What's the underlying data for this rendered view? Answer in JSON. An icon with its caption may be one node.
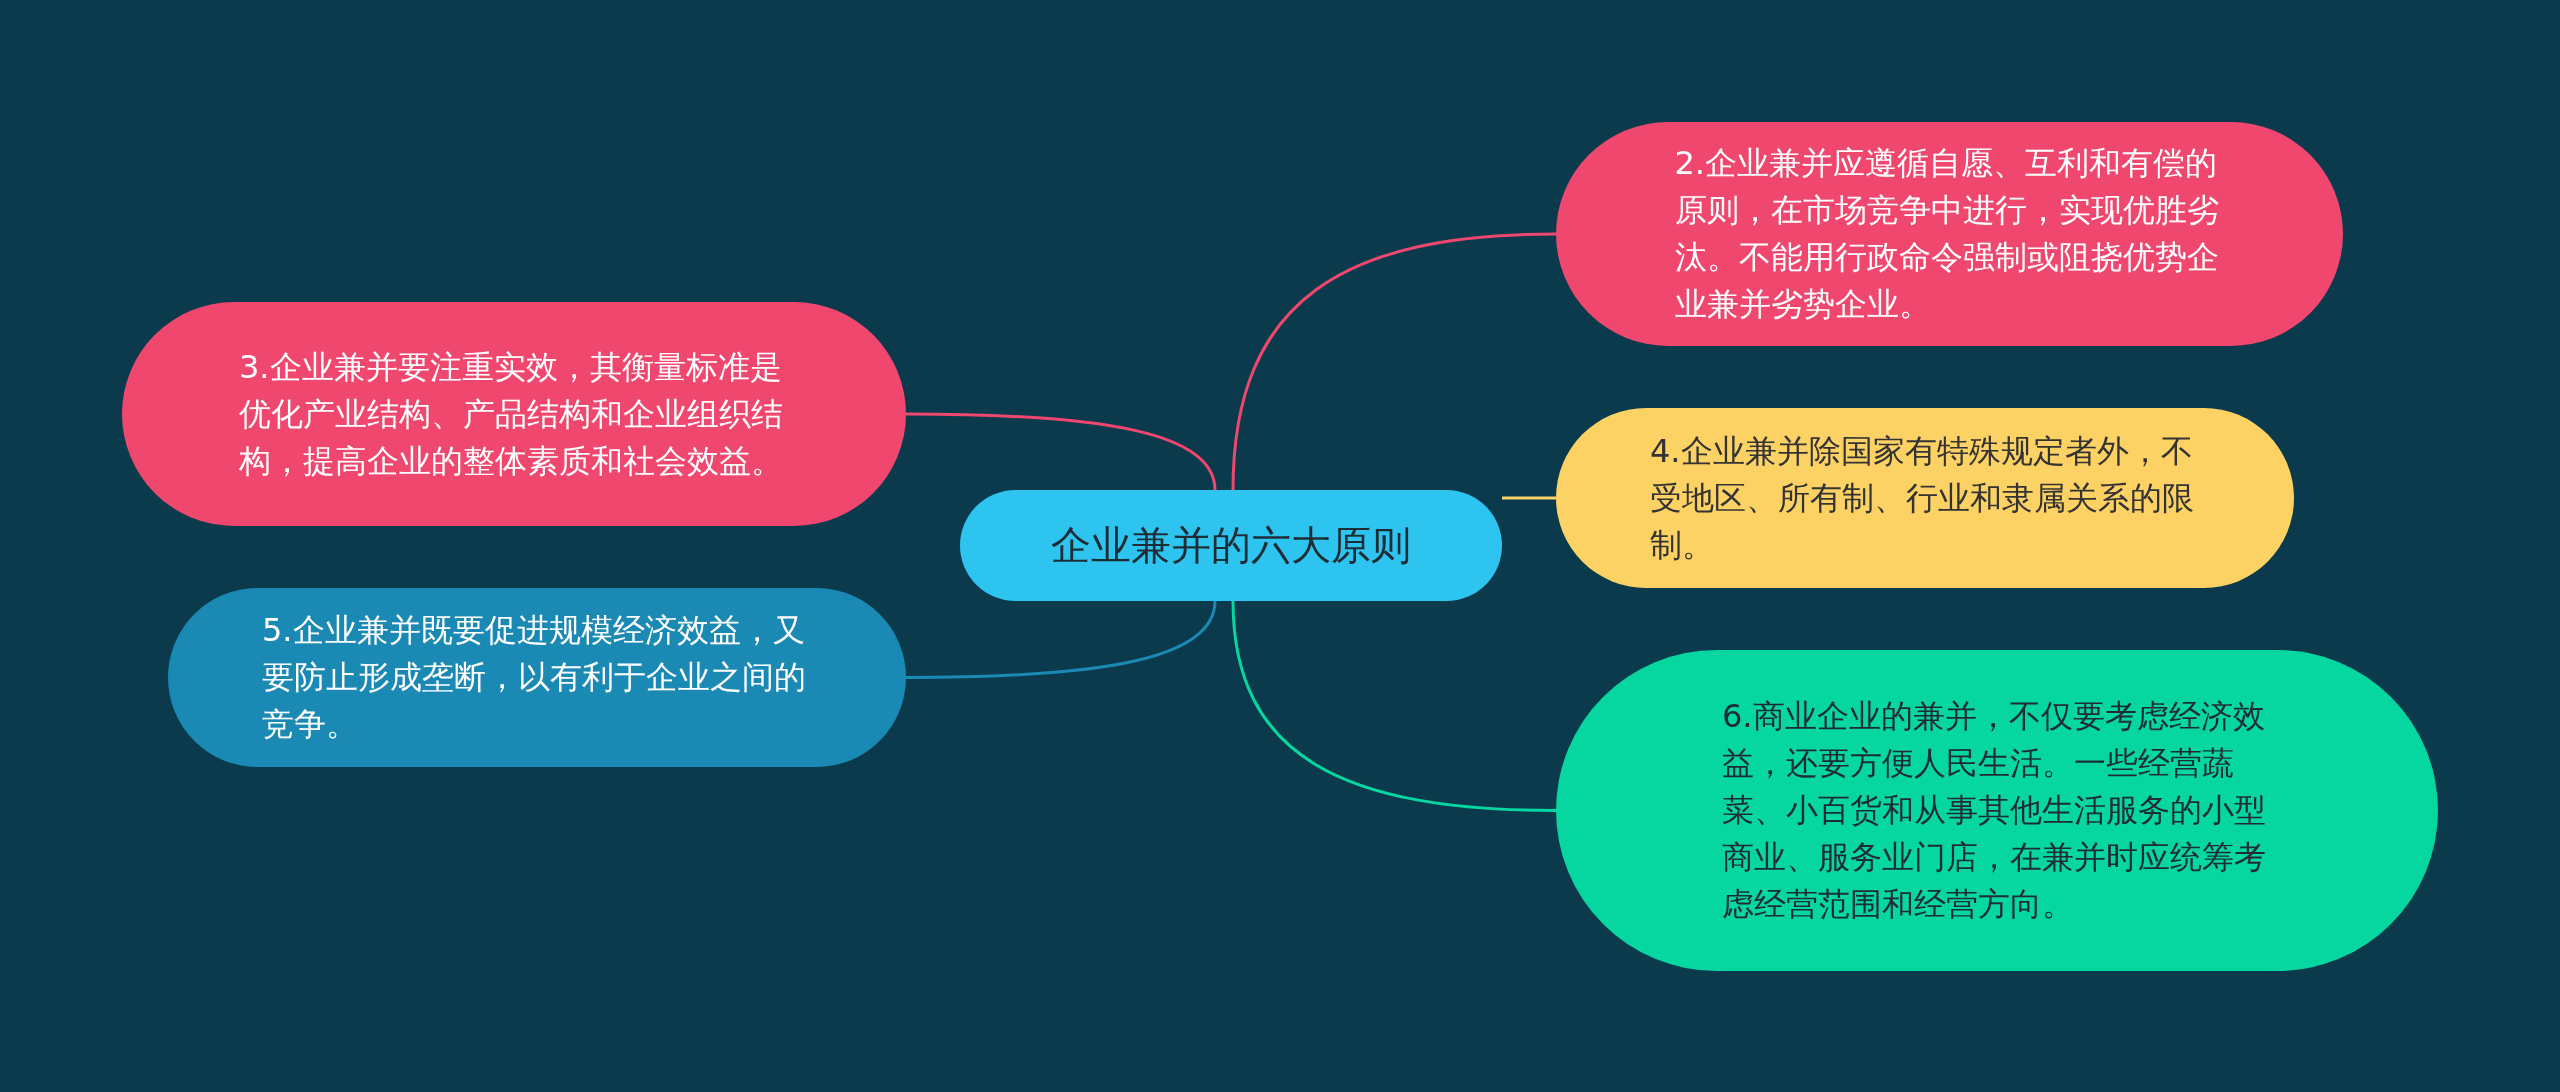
{
  "diagram": {
    "nodes": [
      {
        "text": [
          "企业兼并的六大原则"
        ]
      },
      {
        "text": [
          "2.企业兼并应遵循自愿、互利和有偿的原则，在市场竞争中进行，实现优胜劣汰。不能用行政命令强制或阻挠优势企业兼并劣势企业。"
        ]
      },
      {
        "text": [
          "3.企业兼并要注重实效，其衡量标准是优化产业结构、产品结构和企业组织结构，提高企业的整体素质和社会效益。"
        ]
      },
      {
        "text": [
          "4.企业兼并除国家有特殊规定者外，不受地区、所有制、行业和隶属关系的限制。"
        ]
      },
      {
        "text": [
          "5.企业兼并既要促进规模经济效益，又要防止形成垄断，以有利于企业之间的竞争。"
        ]
      },
      {
        "text": [
          "6.商业企业的兼并，不仅要考虑经济效益，还要方便人民生活。一些经营蔬菜、小百货和从事其他生活服务的小型商业、服务业门店，在兼并时应统筹考虑经营范围和经营方向。"
        ]
      }
    ],
    "edges": [
      {
        "from": 0,
        "to": 1,
        "arrow": "none",
        "color": "#f0476f"
      },
      {
        "from": 0,
        "to": 2,
        "arrow": "none",
        "color": "#f0476f"
      },
      {
        "from": 0,
        "to": 3,
        "arrow": "none",
        "color": "#fcd264"
      },
      {
        "from": 0,
        "to": 4,
        "arrow": "none",
        "color": "#1a8ab5"
      },
      {
        "from": 0,
        "to": 5,
        "arrow": "none",
        "color": "#06d6a0"
      }
    ]
  }
}
